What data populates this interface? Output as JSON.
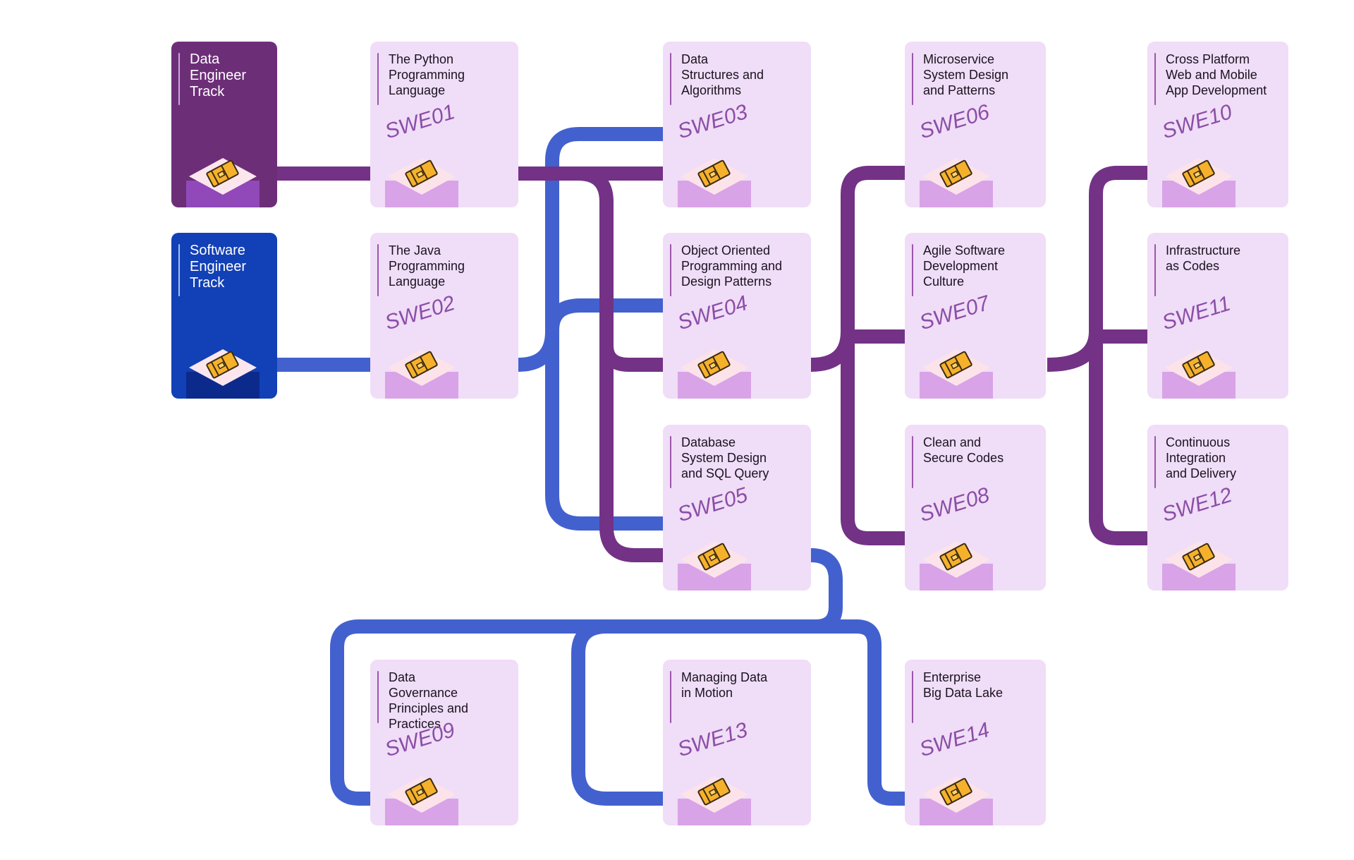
{
  "colors": {
    "data_track": "#6d2e78",
    "software_track": "#1240b6",
    "connector_purple": "#733286",
    "connector_blue": "#4361ce",
    "card_background": "#f0ddf7",
    "code_text": "#8b4ea7",
    "badge_base": "#d9a3e8",
    "badge_tile": "#fce3ea",
    "icon_gold": "#f6b12c"
  },
  "tracks": [
    {
      "title": "Data\nEngineer\nTrack",
      "icon": "blueprint-icon"
    },
    {
      "title": "Software\nEngineer\nTrack",
      "icon": "blueprint-icon"
    }
  ],
  "courses": [
    {
      "code": "SWE01",
      "title": "The Python\nProgramming\nLanguage",
      "icon": "blueprint-icon"
    },
    {
      "code": "SWE02",
      "title": "The Java\nProgramming\nLanguage",
      "icon": "blueprint-icon"
    },
    {
      "code": "SWE03",
      "title": "Data\nStructures and\nAlgorithms",
      "icon": "blueprint-icon"
    },
    {
      "code": "SWE04",
      "title": "Object Oriented\nProgramming and\nDesign Patterns",
      "icon": "blueprint-icon"
    },
    {
      "code": "SWE05",
      "title": "Database\nSystem Design\nand SQL Query",
      "icon": "blueprint-icon"
    },
    {
      "code": "SWE06",
      "title": "Microservice\nSystem Design\nand Patterns",
      "icon": "blueprint-icon"
    },
    {
      "code": "SWE07",
      "title": "Agile Software\nDevelopment\nCulture",
      "icon": "blueprint-icon"
    },
    {
      "code": "SWE08",
      "title": "Clean and\nSecure Codes",
      "icon": "blueprint-icon"
    },
    {
      "code": "SWE09",
      "title": "Data\nGovernance\nPrinciples and\nPractices",
      "icon": "blueprint-icon"
    },
    {
      "code": "SWE10",
      "title": "Cross Platform\nWeb and Mobile\nApp Development",
      "icon": "blueprint-icon"
    },
    {
      "code": "SWE11",
      "title": "Infrastructure\nas Codes",
      "icon": "blueprint-icon"
    },
    {
      "code": "SWE12",
      "title": "Continuous\nIntegration\nand Delivery",
      "icon": "blueprint-icon"
    },
    {
      "code": "SWE13",
      "title": "Managing Data\nin Motion",
      "icon": "blueprint-icon"
    },
    {
      "code": "SWE14",
      "title": "Enterprise\nBig Data Lake",
      "icon": "blueprint-icon"
    }
  ]
}
